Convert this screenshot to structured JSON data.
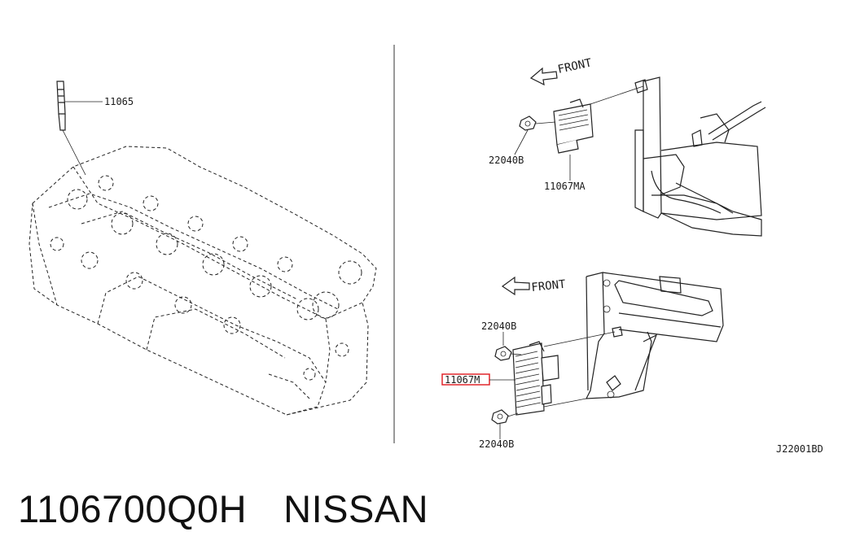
{
  "diagram": {
    "labels": {
      "spark_plug": "11065",
      "nut_top": "22040B",
      "relay_top": "11067MA",
      "nut_mid": "22040B",
      "module_highlighted": "11067M",
      "nut_bottom": "22040B",
      "drawing_code": "J22001BD"
    },
    "front_marks": [
      "FRONT",
      "FRONT"
    ],
    "highlight_color": "#e0262b"
  },
  "caption": {
    "part_number": "1106700Q0H",
    "brand": "NISSAN"
  }
}
